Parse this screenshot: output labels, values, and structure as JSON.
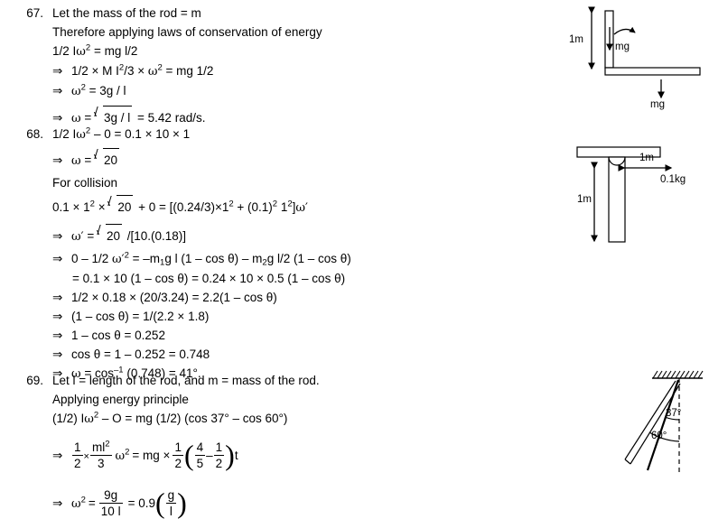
{
  "document": {
    "type": "physics-solutions-page",
    "problems": [
      {
        "number": "67.",
        "lines": [
          "Let the mass of the rod = m",
          "Therefore applying laws of conservation of energy",
          "1/2 Iω² = mg l/2",
          "⇒ 1/2 × M l²/3 × ω² = mg 1/2",
          "⇒ ω² = 3g / l",
          "⇒ ω = √(3g / l) = 5.42 rad/s."
        ],
        "parts": {
          "l1": "Let the mass of the rod = m",
          "l2": "Therefore applying laws of conservation of energy",
          "l3_a": "1/2 I",
          "l3_om": "ω",
          "l3_sup": "2",
          "l3_b": " = mg l/2",
          "l4_a": "1/2 × M I",
          "l4_sup1": "2",
          "l4_b": "/3 × ",
          "l4_om": "ω",
          "l4_sup2": "2",
          "l4_c": " = mg 1/2",
          "l5_om": "ω",
          "l5_sup": "2",
          "l5_b": " = 3g / l",
          "l6_om": "ω",
          "l6_eq": " = ",
          "l6_rad": "3g / l",
          "l6_tail": " = 5.42 rad/s."
        }
      },
      {
        "number": "68.",
        "parts": {
          "l1_a": "1/2 I",
          "l1_om": "ω",
          "l1_sup": "2",
          "l1_b": " – 0 = 0.1 × 10 × 1",
          "l2_om": "ω",
          "l2_eq": " = ",
          "l2_rad": "20",
          "l3": "For collision",
          "l4_a": "0.1 × 1",
          "l4_sup1": "2",
          "l4_b": " × ",
          "l4_rad": "20",
          "l4_c": " + 0 = [(0.24/3)×1",
          "l4_sup2": "2",
          "l4_d": " + (0.1)",
          "l4_sup3": "2",
          "l4_e": " 1",
          "l4_sup4": "2",
          "l4_f": "]",
          "l4_om": "ω′",
          "l5_om": "ω′",
          "l5_eq": " = ",
          "l5_rad": "20",
          "l5_tail": " /[10.(0.18)]",
          "l6_a": "0 – 1/2 ",
          "l6_om": "ω′",
          "l6_sup": "2",
          "l6_b": " = –m",
          "l6_sub1": "1",
          "l6_c": "g l (1 – cos θ) – m",
          "l6_sub2": "2",
          "l6_d": "g l/2 (1 – cos θ)",
          "l7": "= 0.1 × 10 (1 – cos θ) = 0.24 × 10 × 0.5 (1 – cos θ)",
          "l8": "1/2 × 0.18 × (20/3.24) = 2.2(1 – cos θ)",
          "l9": "(1 – cos θ) = 1/(2.2 × 1.8)",
          "l10": "1 – cos θ = 0.252",
          "l11": "cos θ = 1 – 0.252 = 0.748",
          "l12_om": "ω",
          "l12_a": " = cos",
          "l12_sup": "–1",
          "l12_b": " (0.748) = 41°."
        }
      },
      {
        "number": "69.",
        "parts": {
          "l1": "Let l = length of the rod, and m = mass of the rod.",
          "l2": "Applying energy principle",
          "l3_a": "(1/2) I",
          "l3_om": "ω",
          "l3_sup": "2",
          "l3_b": " – O = mg (1/2) (cos 37° – cos 60°)",
          "l4_f1_num": "1",
          "l4_f1_den": "2",
          "l4_times": "×",
          "l4_f2_num": "ml",
          "l4_f2_num_sup": "2",
          "l4_f2_den": "3",
          "l4_om": "ω",
          "l4_om_sup": "2",
          "l4_eq": "= mg ×",
          "l4_f3_num": "1",
          "l4_f3_den": "2",
          "l4_lp": "(",
          "l4_f4_num": "4",
          "l4_f4_den": "5",
          "l4_minus": "–",
          "l4_f5_num": "1",
          "l4_f5_den": "2",
          "l4_rp": ")",
          "l4_t": "t",
          "l5_om": "ω",
          "l5_om_sup": "2",
          "l5_eq1": "=",
          "l5_f1_num": "9g",
          "l5_f1_den": "10 l",
          "l5_eq2": "= 0.9",
          "l5_lp": "(",
          "l5_f2_num": "g",
          "l5_f2_den": "l",
          "l5_rp": ")"
        }
      }
    ]
  },
  "figures": [
    {
      "name": "figure-67-rod-hinged-on-floor",
      "labels": {
        "height_dim": "1m",
        "force_rod": "mg",
        "force_base": "mg"
      }
    },
    {
      "name": "figure-68-rod-hanging-from-ceiling",
      "labels": {
        "vertical_dim": "1m",
        "horizontal_dim": "1m",
        "mass": "0.1kg"
      }
    },
    {
      "name": "figure-69-rod-swinging-from-ceiling",
      "labels": {
        "angle_upper": "37°",
        "angle_lower": "60°"
      }
    }
  ],
  "colors": {
    "ink": "#000000",
    "page": "#ffffff"
  }
}
